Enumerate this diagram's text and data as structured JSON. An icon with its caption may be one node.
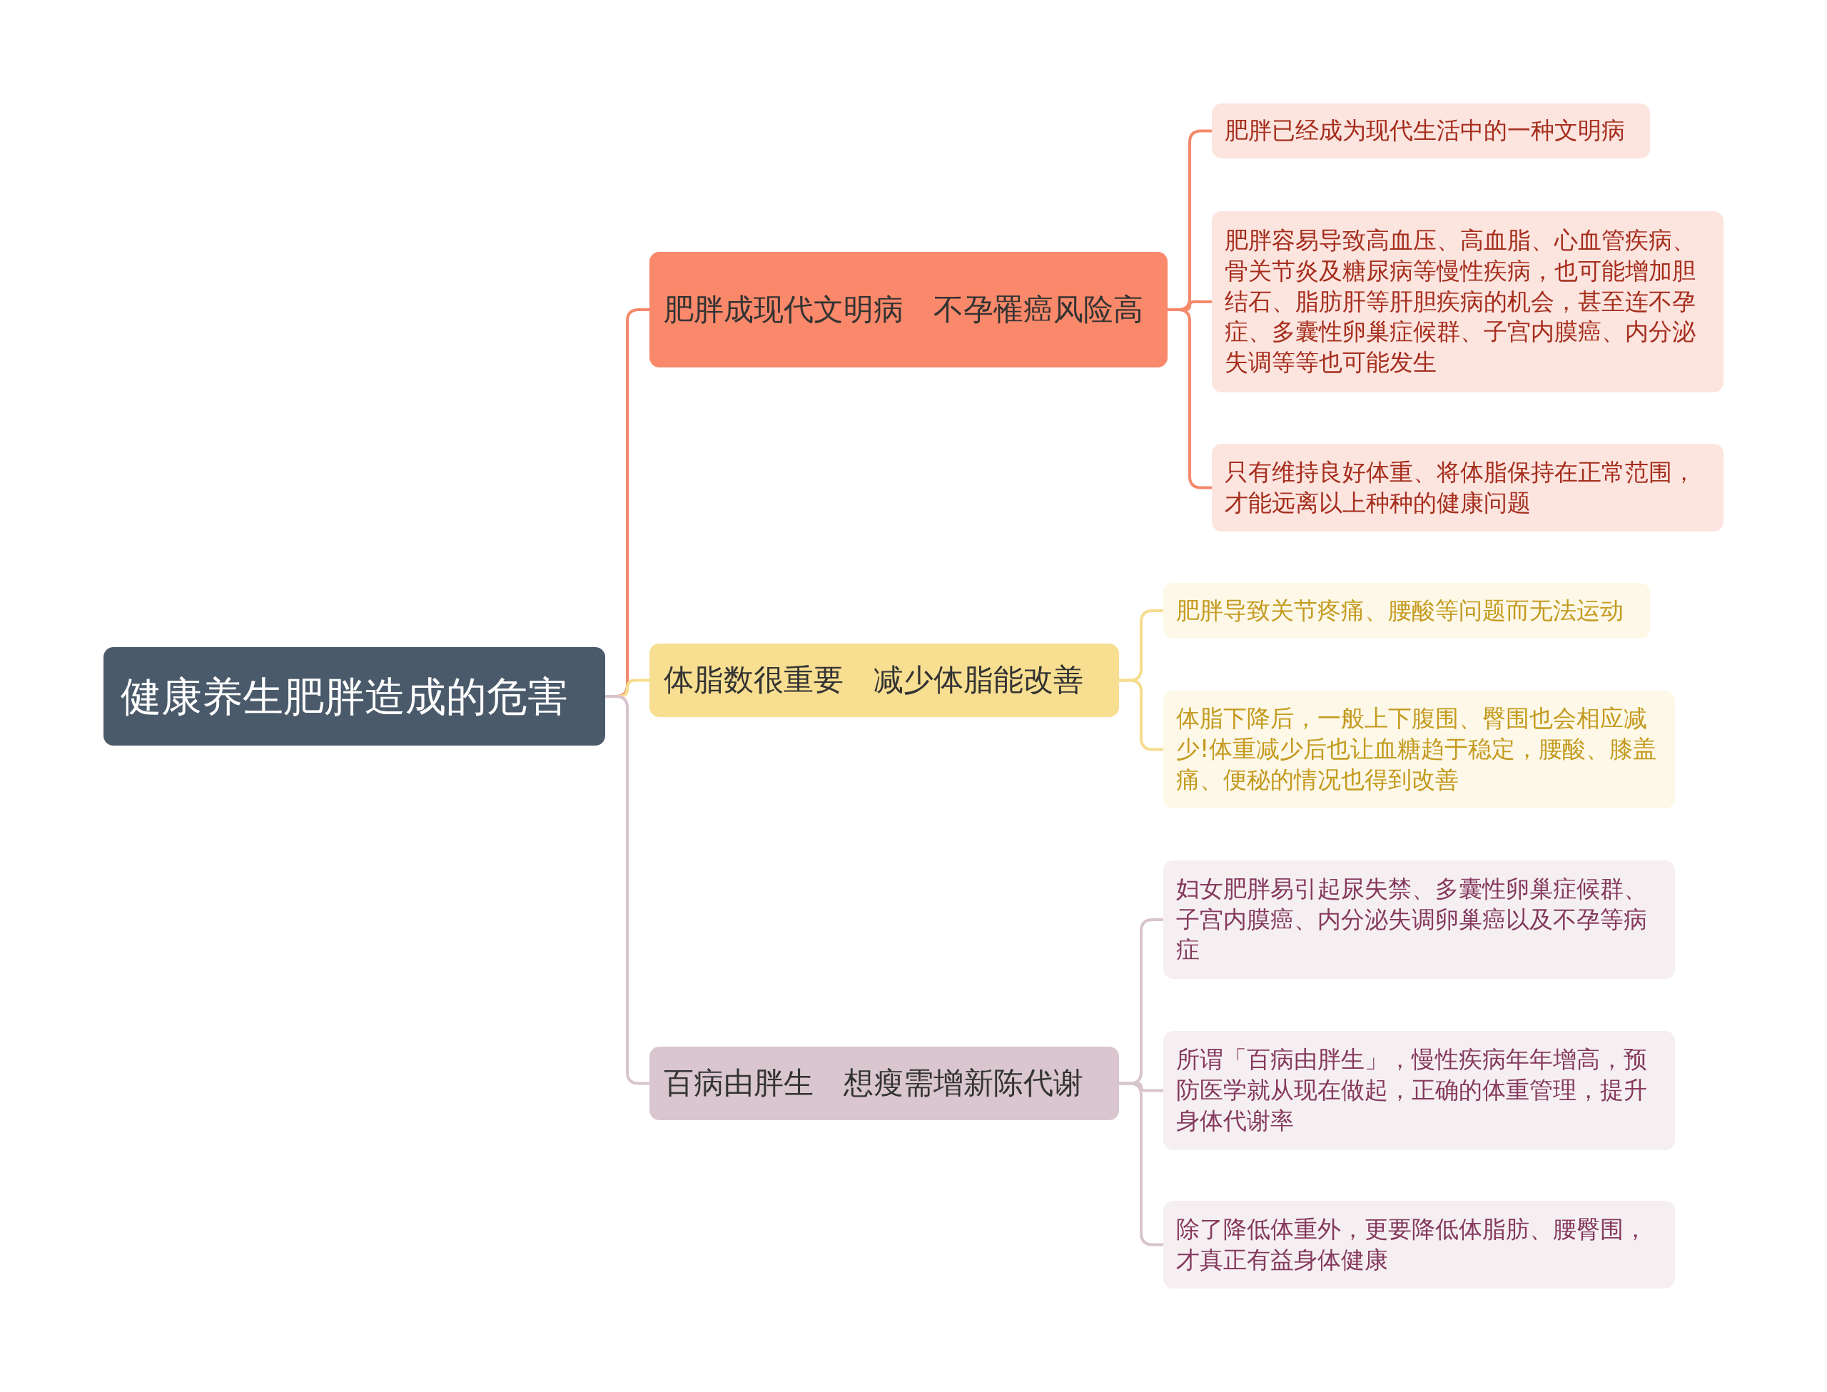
{
  "diagram": {
    "nodes": [
      {
        "text": [
          "健康养生肥胖造成的危害"
        ]
      },
      {
        "text": [
          "肥胖成现代文明病　不孕罹癌风险高"
        ]
      },
      {
        "text": [
          "体脂数很重要　减少体脂能改善"
        ]
      },
      {
        "text": [
          "百病由胖生　想瘦需增新陈代谢"
        ]
      },
      {
        "text": [
          "肥胖已经成为现代生活中的一种文明病"
        ]
      },
      {
        "text": [
          "肥胖容易导致高血压、高血脂、心血管疾病、骨关节炎及糖尿病等慢性疾病，也可能增加胆结石、脂肪肝等肝胆疾病的机会，甚至连不孕症、多囊性卵巢症候群、子宫内膜癌、内分泌失调等等也可能发生"
        ]
      },
      {
        "text": [
          "只有维持良好体重、将体脂保持在正常范围，才能远离以上种种的健康问题"
        ]
      },
      {
        "text": [
          "肥胖导致关节疼痛、腰酸等问题而无法运动"
        ]
      },
      {
        "text": [
          "体脂下降后，一般上下腹围、臀围也会相应减少!体重减少后也让血糖趋于稳定，腰酸、膝盖痛、便秘的情况也得到改善"
        ]
      },
      {
        "text": [
          "妇女肥胖易引起尿失禁、多囊性卵巢症候群、子宫内膜癌、内分泌失调卵巢癌以及不孕等病症"
        ]
      },
      {
        "text": [
          "所谓「百病由胖生」，慢性疾病年年增高，预防医学就从现在做起，正确的体重管理，提升身体代谢率"
        ]
      },
      {
        "text": [
          "除了降低体重外，更要降低体脂肪、腰臀围，才真正有益身体健康"
        ]
      }
    ],
    "edges": [
      {
        "from": 0,
        "to": 1,
        "arrow": "none",
        "color": "#f5896b"
      },
      {
        "from": 0,
        "to": 2,
        "arrow": "none",
        "color": "#f6dd8e"
      },
      {
        "from": 0,
        "to": 3,
        "arrow": "none",
        "color": "#d8c4cd"
      },
      {
        "from": 1,
        "to": 4,
        "arrow": "none",
        "color": "#f5896b"
      },
      {
        "from": 1,
        "to": 5,
        "arrow": "none",
        "color": "#f5896b"
      },
      {
        "from": 1,
        "to": 6,
        "arrow": "none",
        "color": "#f5896b"
      },
      {
        "from": 2,
        "to": 7,
        "arrow": "none",
        "color": "#f6dd8e"
      },
      {
        "from": 2,
        "to": 8,
        "arrow": "none",
        "color": "#f6dd8e"
      },
      {
        "from": 3,
        "to": 9,
        "arrow": "none",
        "color": "#d8c4cd"
      },
      {
        "from": 3,
        "to": 10,
        "arrow": "none",
        "color": "#d8c4cd"
      },
      {
        "from": 3,
        "to": 11,
        "arrow": "none",
        "color": "#d8c4cd"
      }
    ]
  }
}
